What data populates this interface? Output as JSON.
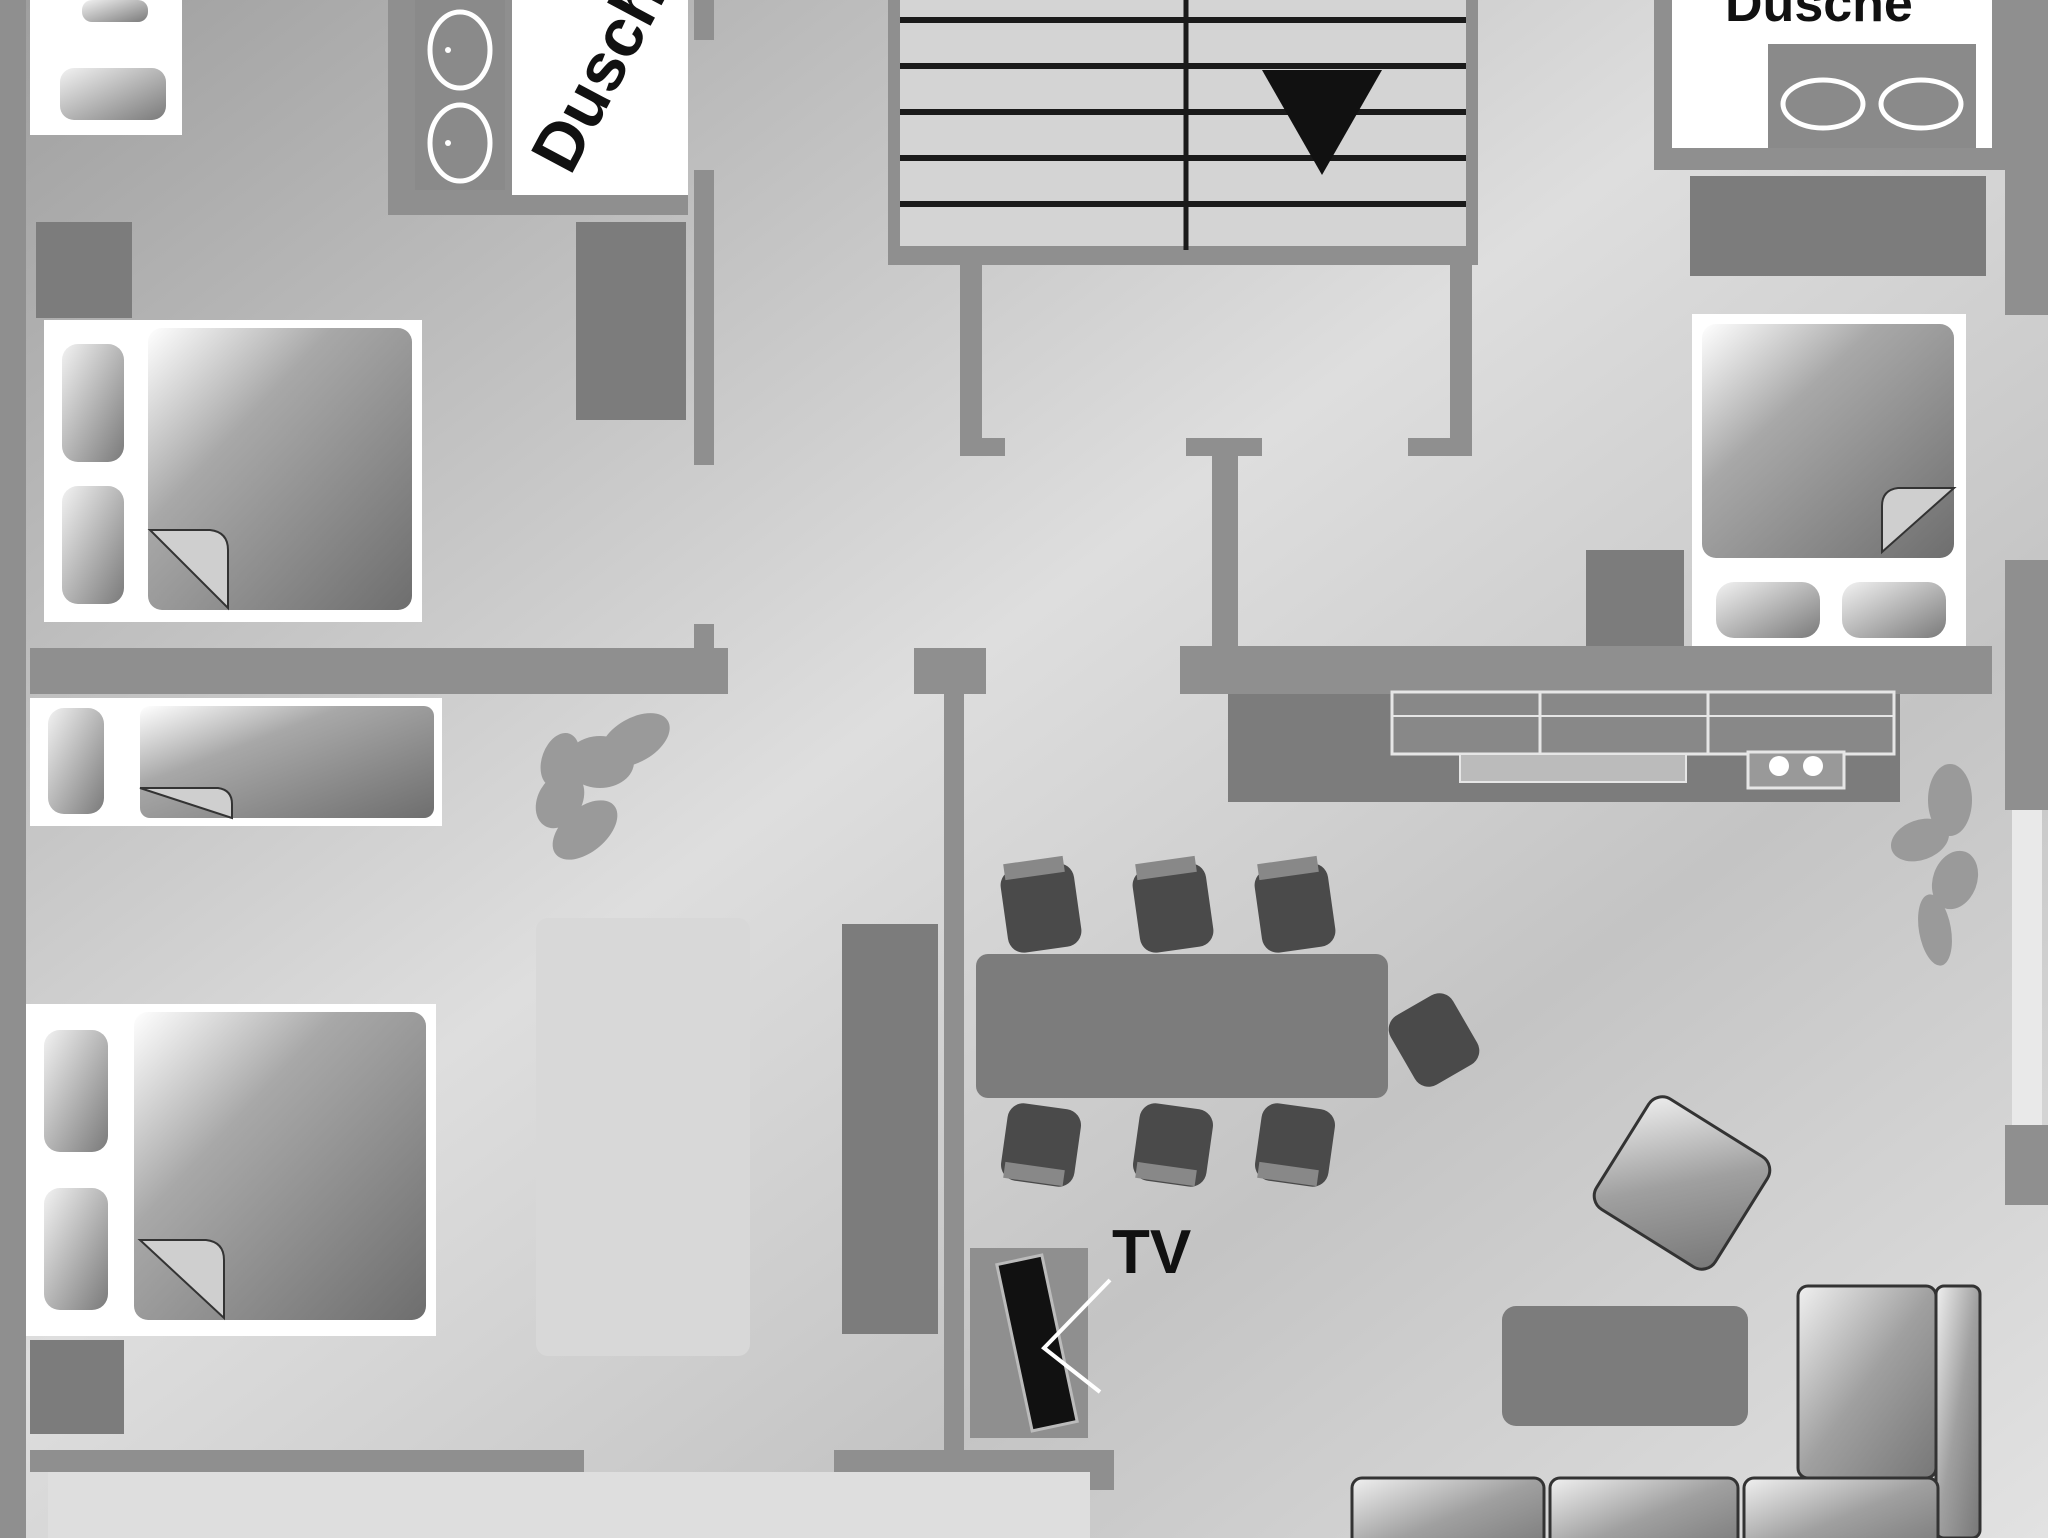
{
  "labels": {
    "shower_left": "Dusche",
    "shower_right": "Dusche",
    "tv": "TV"
  },
  "colors": {
    "wall": "#8f8f8f",
    "floor_light": "#e6e6e6",
    "floor_dark": "#b6b6b6",
    "room_white": "#ffffff",
    "furniture": "#7c7c7c",
    "chair": "#4a4a4a",
    "stair_line": "#1a1a1a"
  },
  "icons": {
    "stairs_direction": "down-triangle-icon",
    "plants": "plant-icon"
  }
}
